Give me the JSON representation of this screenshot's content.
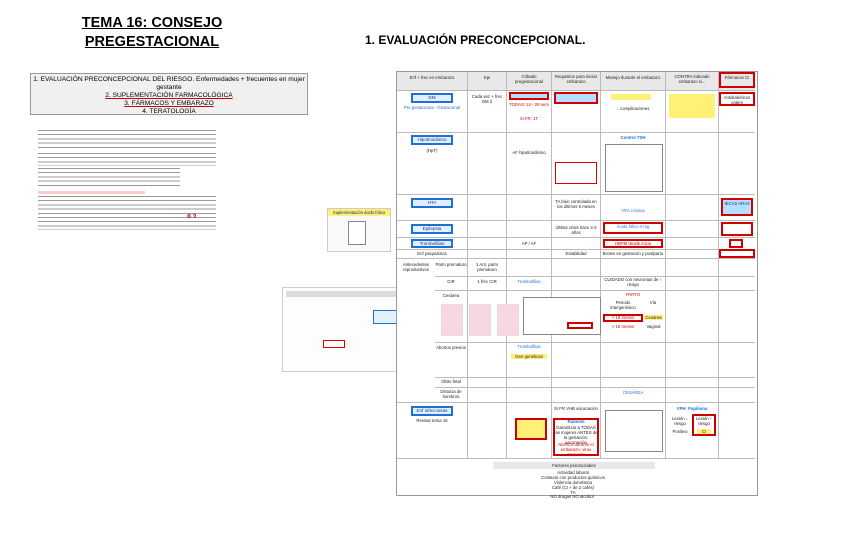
{
  "title_line1": "TEMA 16: CONSEJO",
  "title_line2": "PREGESTACIONAL",
  "section_title": "1. EVALUACIÓN PRECONCEPCIONAL.",
  "index": {
    "item1": "1. EVALUACIÓN PRECONCEPCIONAL DEL RIESGO. Enfermedades + frecuentes en mujer gestante",
    "item2": "2. SUPLEMENTACIÓN FARMACOLÓGICA",
    "item3": "3. FÁRMACOS Y EMBARAZO",
    "item4": "4. TERATOLOGÍA"
  },
  "suppl_card_title": "Suplementación ácido fólico",
  "table": {
    "headers": [
      "Enf + frec en embarazo",
      "Epi",
      "Cribado pregestacional",
      "Requisitos para iniciar embarazo",
      "Manejo durante el embarazo",
      "CONTRA indicado embarazo si...",
      "Fármacos CI"
    ],
    "rows": {
      "dm": "DM",
      "dm_sub": "Pre gestacional - Gestacional",
      "hipo": "Hipotiroidismo",
      "hipo_sub": "(HpT)",
      "hta": "HTA",
      "epilepsia": "Epilepsia",
      "trombofilias": "Trombofilias",
      "enf_psiq": "Enf psiquiátrica",
      "antecedentes": "Antecedentes reproductivos",
      "parto_prematuro": "Parto prematuro",
      "cir": "CIR",
      "cesarea": "Cesárea",
      "abortos": "Abortos previos",
      "obito": "Óbito fetal",
      "distocia": "Distocia de hombros",
      "enf_infecciosas": "Enf infecciosas",
      "factores": "Factores psicosociales"
    },
    "cells": {
      "dm_epi": "Cada vez + frec DM 2",
      "dm_crib": "TODAS: 24 - 28 sem",
      "dm_crib2": "Si FR: 1T",
      "dm_man": "↓ complicaciones",
      "dm_ci": "Antidiabéticos orales",
      "hipo_epi": "AF hipotiroidismo",
      "hipo_man": "Control TSH",
      "hta_crib": "TA bien controlada en los últimos 6 meses",
      "hta_man": "HTA crónica",
      "hta_ci": "IECAS ARA2",
      "epi_crib": "Última crisis hace 2-3 años",
      "epi_man": "Ácido fólico 4 mg",
      "trombo_epi": "AP / AF",
      "trombo_man": "HBPM desde inicio",
      "psiq_crib": "Estabilidad",
      "psiq_man": "Brotes en gestación y postparto",
      "parto_epi": "1 Ant. parto prematuro",
      "cir_epi": "1 frec CIR",
      "trombofilias_cir": "Trombofilias",
      "cuidado": "CUIDADO con neuromas de ↑ riesgo",
      "parto_label": "PARTO",
      "periodo": "Periodo intergenésico",
      "via": "Vía",
      "lt18": "< 18 meses",
      "cesarea_val": "Cesárea",
      "gt18": "> 18 meses",
      "vaginal": "Vaginal",
      "cesarea_bottom": "CESÁREA",
      "abortos_note": "Trombofilias",
      "abortos_gen": "Gen genéticas",
      "inf_note": "Revisar tema 15",
      "inf_rubeola": "Rubeola",
      "inf_garantizar": "Garantizar a TODAS las mujeres ANTES de la gestación: vacunación",
      "inf_nunca": "NUNCA durante el embarazo: virus atenuado",
      "inf_vih": "Si FR VHB vacunación",
      "vph": "VPH: Papiloma",
      "lesion1": "Lesión ↓ riesgo",
      "lesion2": "Lesión ↑ riesgo",
      "positivo": "Positivo",
      "ci": "CI",
      "fp_act": "Actividad laboral",
      "fp_contact": "Contacto con productos químicos",
      "fp_violencia": "Violencia doméstica",
      "fp_cafe": "Café (CI + de 2 cafés)",
      "fp_ta": "TA",
      "fp_no": "NO drogas NO alcohol"
    }
  }
}
